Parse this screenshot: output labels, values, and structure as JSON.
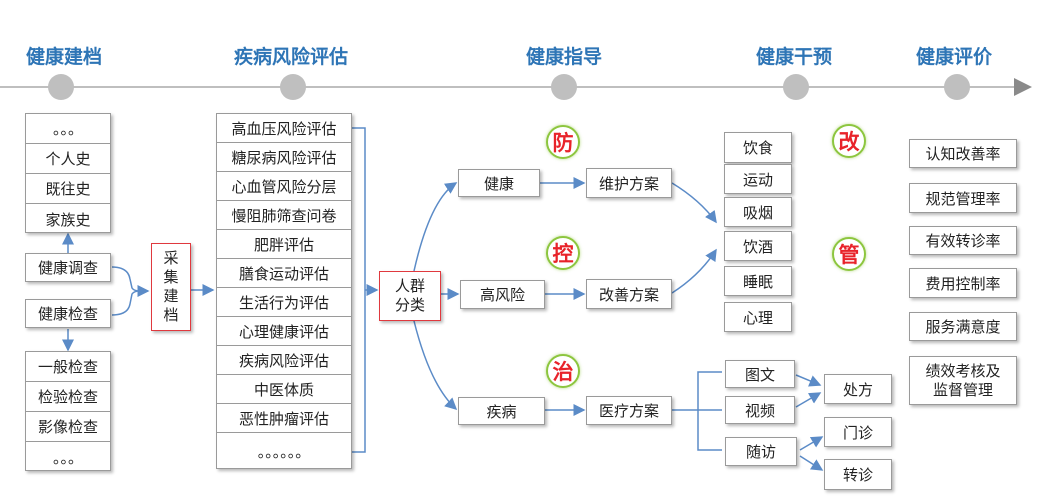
{
  "timeline": {
    "stages": [
      "健康建档",
      "疾病风险评估",
      "健康指导",
      "健康干预",
      "健康评价"
    ]
  },
  "archive": {
    "history_items": [
      "。。。",
      "个人史",
      "既往史",
      "家族史"
    ],
    "survey": "健康调查",
    "checkup": "健康检查",
    "exam_items": [
      "一般检查",
      "检验检查",
      "影像检查",
      "。。。"
    ],
    "collect_label": "采集建档"
  },
  "assessment": {
    "items": [
      "高血压风险评估",
      "糖尿病风险评估",
      "心血管风险分层",
      "慢阻肺筛查问卷",
      "肥胖评估",
      "膳食运动评估",
      "生活行为评估",
      "心理健康评估",
      "疾病风险评估",
      "中医体质",
      "恶性肿瘤评估",
      "。。。。。。"
    ]
  },
  "guidance": {
    "classify_label": "人群分类",
    "groups": [
      "健康",
      "高风险",
      "疾病"
    ],
    "plans": [
      "维护方案",
      "改善方案",
      "医疗方案"
    ],
    "badges": [
      "防",
      "控",
      "治"
    ]
  },
  "intervention": {
    "lifestyle": [
      "饮食",
      "运动",
      "吸烟",
      "饮酒",
      "睡眠",
      "心理"
    ],
    "badges": [
      "改",
      "管"
    ],
    "media": [
      "图文",
      "视频",
      "随访"
    ],
    "actions": [
      "处方",
      "门诊",
      "转诊"
    ]
  },
  "evaluation": {
    "items": [
      "认知改善率",
      "规范管理率",
      "有效转诊率",
      "费用控制率",
      "服务满意度",
      "绩效考核及监督管理"
    ]
  },
  "colors": {
    "title": "#2e75b6",
    "timeline": "#bfbfbf",
    "arrow": "#5b8bc7",
    "badge_text": "#e8232a",
    "badge_ring": "#8dc63f",
    "highlight_border": "#e0393e"
  }
}
